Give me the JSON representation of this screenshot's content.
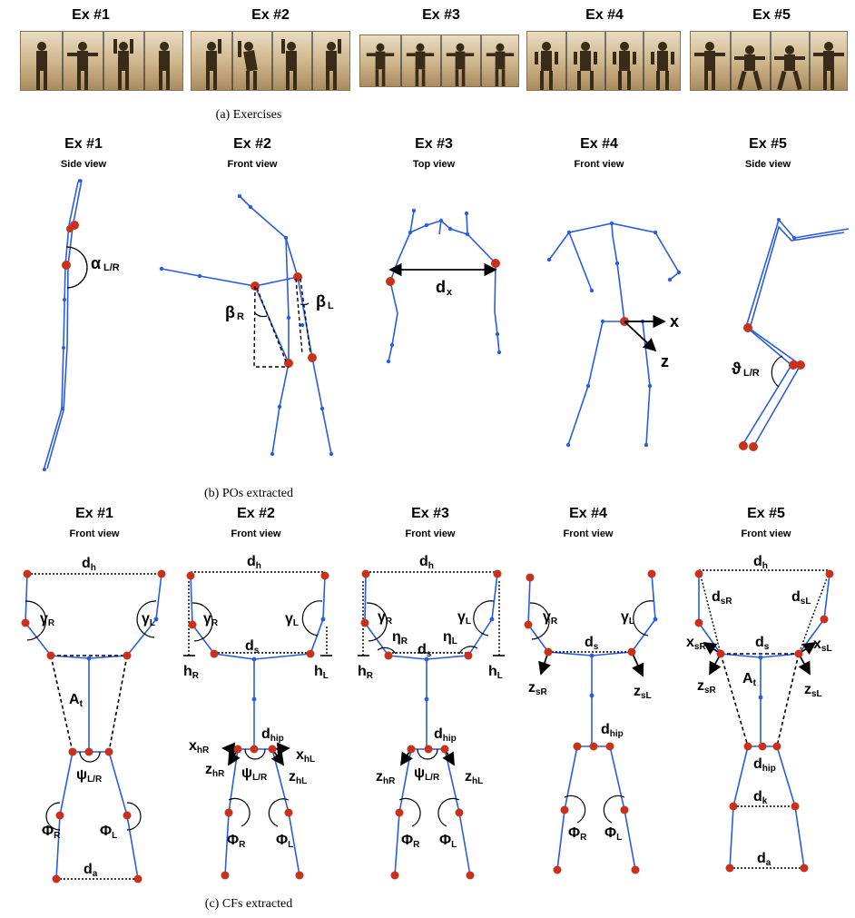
{
  "row_a": {
    "titles": [
      "Ex #1",
      "Ex #2",
      "Ex #3",
      "Ex #4",
      "Ex #5"
    ],
    "caption": "(a) Exercises"
  },
  "row_b": {
    "titles": [
      "Ex #1",
      "Ex #2",
      "Ex #3",
      "Ex #4",
      "Ex #5"
    ],
    "views": [
      "Side view",
      "Front view",
      "Top view",
      "Front view",
      "Side view"
    ],
    "caption": "(b) POs extracted",
    "labels": {
      "alpha": "α",
      "alpha_sub": "L/R",
      "beta_r": "β",
      "beta_r_sub": "R",
      "beta_l": "β",
      "beta_l_sub": "L",
      "dx": "d",
      "dx_sub": "x",
      "x_axis": "x",
      "z_axis": "z",
      "theta": "ϑ",
      "theta_sub": "L/R"
    }
  },
  "row_c": {
    "titles": [
      "Ex #1",
      "Ex #2",
      "Ex #3",
      "Ex #4",
      "Ex #5"
    ],
    "views": [
      "Front view",
      "Front view",
      "Front view",
      "Front view",
      "Front view"
    ],
    "caption": "(c) CFs extracted"
  },
  "colors": {
    "skeleton": "#2b5be0",
    "joint": "#c8321a"
  }
}
